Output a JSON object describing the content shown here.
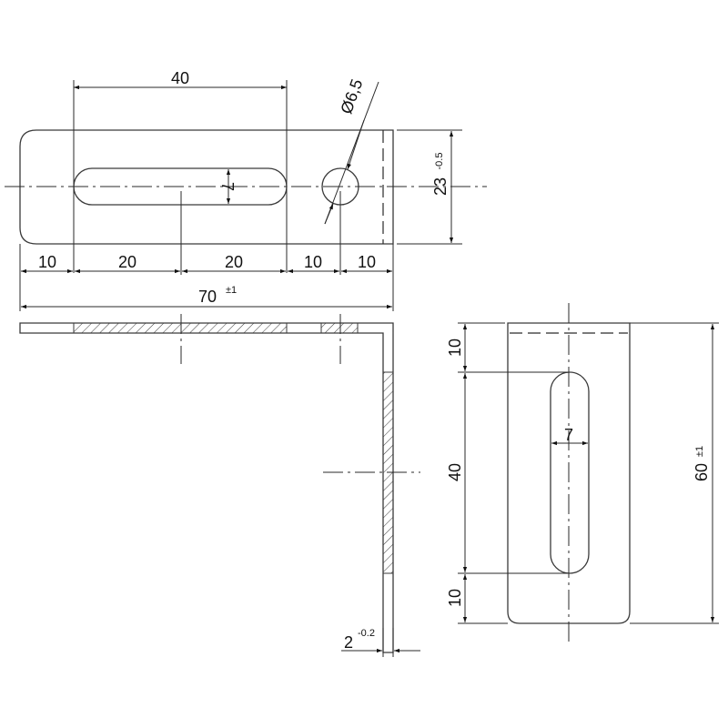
{
  "drawing": {
    "title": "L-bracket technical drawing",
    "line_color": "#2a2a2a",
    "background": "#ffffff"
  },
  "top_view": {
    "dims": {
      "slot_length": "40",
      "hole_diameter": "Ø6,5",
      "slot_width": "7",
      "width": "23",
      "width_tol": "-0.5",
      "chain": [
        "10",
        "20",
        "20",
        "10",
        "10"
      ],
      "overall_length": "70",
      "overall_length_tol": "±1"
    }
  },
  "side_view": {
    "dims": {
      "thickness": "2",
      "thickness_tol": "-0.2"
    }
  },
  "end_view": {
    "dims": {
      "top_margin": "10",
      "slot_length": "40",
      "bottom_margin": "10",
      "slot_width": "7",
      "height": "60",
      "height_tol": "±1"
    }
  }
}
